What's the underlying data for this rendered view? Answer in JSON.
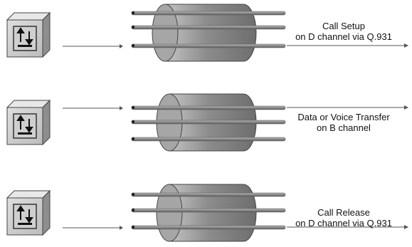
{
  "rows": [
    {
      "label_line1": "Call Setup",
      "label_line2": "on D channel via Q.931",
      "active_wire": "bottom"
    },
    {
      "label_line1": "Data or Voice Transfer",
      "label_line2": "on B channel",
      "active_wire": "top"
    },
    {
      "label_line1": "Call Release",
      "label_line2": "on D channel via Q.931",
      "active_wire": "bottom"
    }
  ],
  "colors": {
    "device_front": "#cfcfcf",
    "device_side": "#8e8e8e",
    "device_top": "#e6e6e6",
    "cable_body": "#9a9a9a",
    "wire": "#808080",
    "arrow": "#555555"
  },
  "icons": [
    "isdn-terminal-icon",
    "cable-bundle-icon",
    "up-down-arrows-icon"
  ]
}
